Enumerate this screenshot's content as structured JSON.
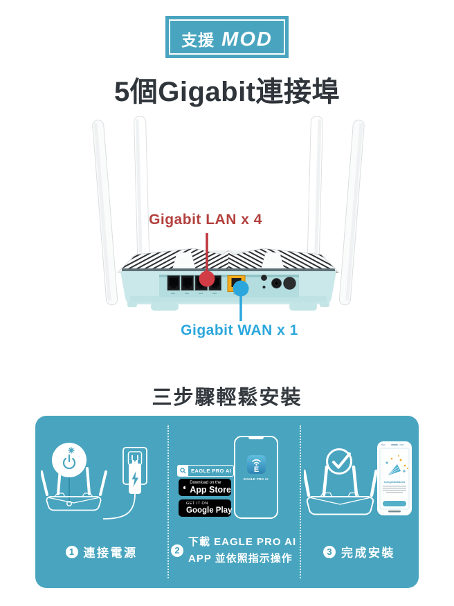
{
  "badge": {
    "prefix": "支援",
    "highlight": "MOD"
  },
  "title": "5個Gigabit連接埠",
  "router_section": {
    "lan_label": "Gigabit LAN x 4",
    "wan_label": "Gigabit WAN x 1"
  },
  "install_section": {
    "title": "三步驟輕鬆安裝",
    "steps": {
      "one": {
        "number": "1",
        "label": "連接電源"
      },
      "two": {
        "number": "2",
        "line1": "下載 EAGLE PRO AI",
        "line2": "APP 並依照指示操作",
        "search_text": "EAGLE PRO AI",
        "appstore_top": "Download on the",
        "appstore_main": "App Store",
        "googleplay_top": "GET IT ON",
        "googleplay_main": "Google Play",
        "app_icon_letter": "E",
        "app_icon_caption": "EAGLE PRO AI"
      },
      "three": {
        "number": "3",
        "label": "完成安裝",
        "phone_title": "Congratulations"
      }
    }
  },
  "colors": {
    "teal": "#49A5BF",
    "heading_dark": "#2F353A",
    "lan_red": "#B2403E",
    "lan_dot_red": "#D13C45",
    "wan_blue": "#2BA7DD",
    "wan_port_yellow": "#F5AB1B",
    "router_mint": "#CAE8E9"
  }
}
